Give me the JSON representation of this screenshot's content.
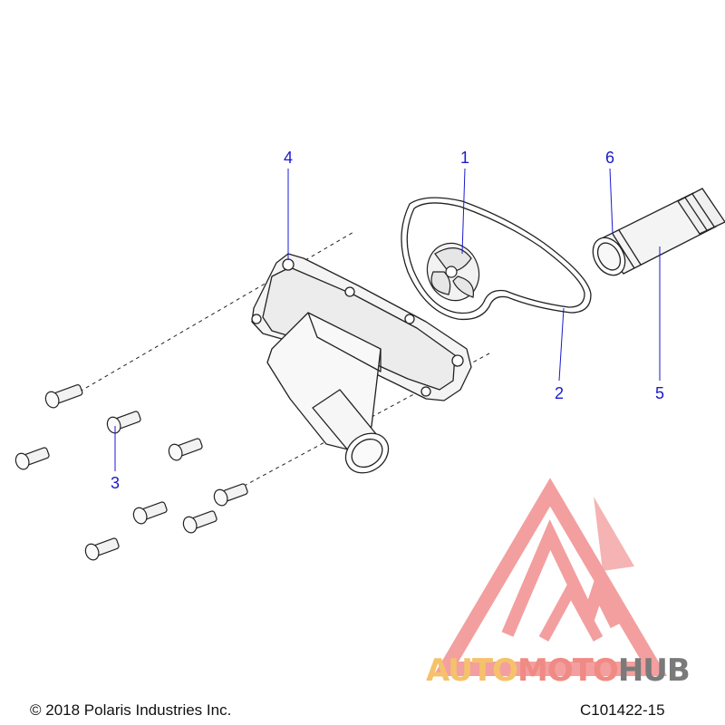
{
  "callouts": {
    "c1": "1",
    "c2": "2",
    "c3": "3",
    "c4": "4",
    "c5": "5",
    "c6": "6"
  },
  "footer": {
    "copyright": "© 2018 Polaris Industries Inc.",
    "diagram_id": "C101422-15"
  },
  "watermark": {
    "part1": "AUTO",
    "part2": "MOTO",
    "part3": "HUB",
    "colors": {
      "auto": "#f5c26b",
      "moto": "#f08a84",
      "hub": "#7a7a7a",
      "logo": "#ef8080"
    }
  },
  "colors": {
    "callout": "#1a1acc",
    "part_fill": "#f2f2f2",
    "part_stroke": "#222222"
  }
}
